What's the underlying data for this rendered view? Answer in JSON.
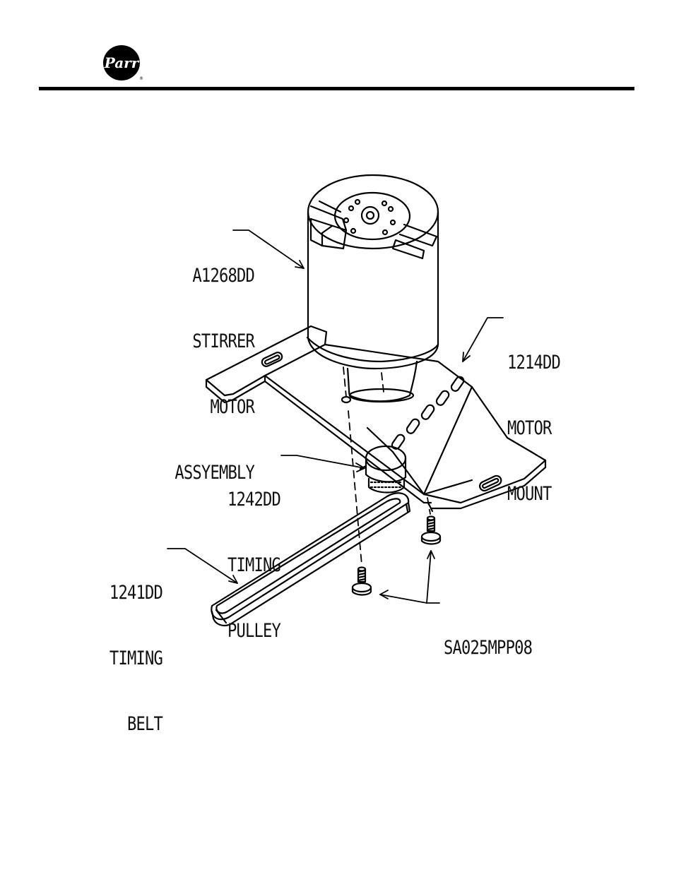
{
  "header": {
    "logo_text": "Parr"
  },
  "callouts": {
    "motor_assembly": {
      "part": "A1268DD",
      "line1": "STIRRER",
      "line2": "MOTOR",
      "line3": "ASSYEMBLY"
    },
    "motor_mount": {
      "part": "1214DD",
      "line1": "MOTOR",
      "line2": "MOUNT"
    },
    "timing_pulley": {
      "part": "1242DD",
      "line1": "TIMING",
      "line2": "PULLEY"
    },
    "timing_belt": {
      "part": "1241DD",
      "line1": "TIMING",
      "line2": "BELT"
    },
    "screw": {
      "part": "SA025MPP08"
    }
  }
}
